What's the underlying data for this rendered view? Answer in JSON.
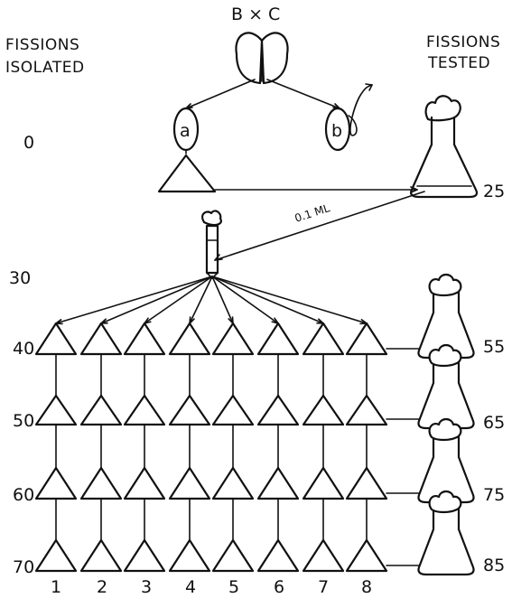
{
  "title": "B × C",
  "header_left": [
    "FISSIONS",
    "ISOLATED"
  ],
  "header_right": [
    "FISSIONS",
    "TESTED"
  ],
  "cell_a": "a",
  "cell_b": "b",
  "transfer_volume": "0.1 ML",
  "isolated_levels": [
    "0",
    "30",
    "40",
    "50",
    "60",
    "70"
  ],
  "tested_levels": [
    "25",
    "55",
    "65",
    "75",
    "85"
  ],
  "line_numbers": [
    "1",
    "2",
    "3",
    "4",
    "5",
    "6",
    "7",
    "8"
  ]
}
